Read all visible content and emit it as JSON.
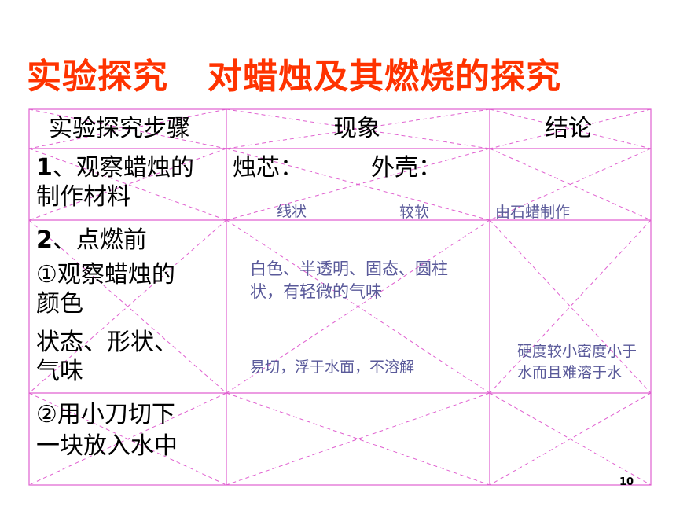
{
  "title": {
    "part1": "实验探究",
    "part2": "对蜡烛及其燃烧的探究",
    "color": "#ff3300"
  },
  "table": {
    "headers": [
      "实验探究步骤",
      "现象",
      "结论"
    ],
    "grid_color": "#e060d0",
    "row1": {
      "step_num": "1",
      "step_line1": "、观察蜡烛的",
      "step_line2": "制作材料",
      "phenomenon_a": "烛芯：",
      "phenomenon_b": "外壳：",
      "note_a": "线状",
      "note_b": "较软",
      "conclusion": "由石蜡制作"
    },
    "row2": {
      "step_num": "2",
      "step_line1": "、点燃前",
      "step_line2": "①观察蜡烛的",
      "step_line3": "颜色",
      "step_line4": "状态、形状、",
      "step_line5": "气味",
      "note_line1": "白色、半透明、固态、圆柱",
      "note_line2": "状，有轻微的气味",
      "note_cut": "易切，浮于水面，不溶解",
      "conclusion_line1": "硬度较小密度小于",
      "conclusion_line2": "水而且难溶于水"
    },
    "row3": {
      "step_line1": "②用小刀切下",
      "step_line2": "一块放入水中"
    }
  },
  "page_number": "10"
}
